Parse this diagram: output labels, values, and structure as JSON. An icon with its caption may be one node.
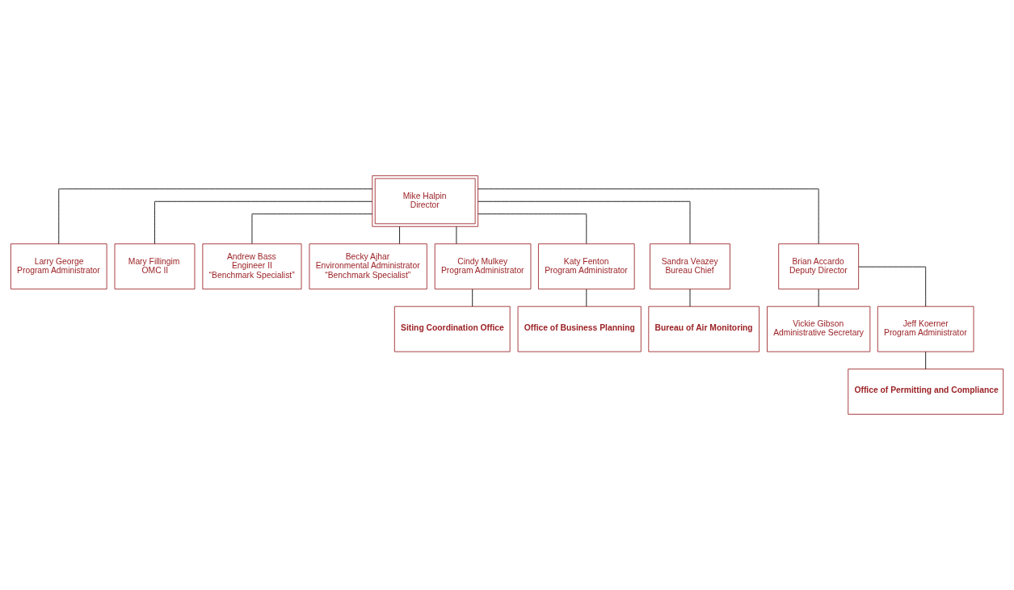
{
  "diagram": {
    "nodes": [
      {
        "text": [
          "Mike Halpin",
          "Director"
        ]
      },
      {
        "text": [
          "Larry George",
          "Program Administrator"
        ]
      },
      {
        "text": [
          "Mary Fillingim",
          "OMC II"
        ]
      },
      {
        "text": [
          "Andrew Bass",
          "Engineer II",
          "“Benchmark Specialist”"
        ]
      },
      {
        "text": [
          "Becky Ajhar",
          "Environmental Administrator",
          "“Benchmark Specialist”"
        ]
      },
      {
        "text": [
          "Cindy Mulkey",
          "Program Administrator"
        ]
      },
      {
        "text": [
          "Katy Fenton",
          "Program Administrator"
        ]
      },
      {
        "text": [
          "Sandra Veazey",
          "Bureau Chief"
        ]
      },
      {
        "text": [
          "Brian Accardo",
          "Deputy Director"
        ]
      },
      {
        "text": [
          "Siting Coordination Office"
        ]
      },
      {
        "text": [
          "Office of Business Planning"
        ]
      },
      {
        "text": [
          "Bureau of Air Monitoring"
        ]
      },
      {
        "text": [
          "Vickie Gibson",
          "Administrative Secretary"
        ]
      },
      {
        "text": [
          "Jeff Koerner",
          "Program Administrator"
        ]
      },
      {
        "text": [
          "Office of Permitting and Compliance"
        ]
      }
    ],
    "edges": [
      {
        "from": 0,
        "to": 1,
        "arrow": "none"
      },
      {
        "from": 0,
        "to": 2,
        "arrow": "none"
      },
      {
        "from": 0,
        "to": 3,
        "arrow": "none"
      },
      {
        "from": 0,
        "to": 4,
        "arrow": "none"
      },
      {
        "from": 0,
        "to": 5,
        "arrow": "none"
      },
      {
        "from": 0,
        "to": 6,
        "arrow": "none"
      },
      {
        "from": 0,
        "to": 7,
        "arrow": "none"
      },
      {
        "from": 0,
        "to": 8,
        "arrow": "none"
      },
      {
        "from": 5,
        "to": 9,
        "arrow": "none"
      },
      {
        "from": 6,
        "to": 10,
        "arrow": "none"
      },
      {
        "from": 7,
        "to": 11,
        "arrow": "none"
      },
      {
        "from": 8,
        "to": 12,
        "arrow": "none"
      },
      {
        "from": 8,
        "to": 13,
        "arrow": "none"
      },
      {
        "from": 13,
        "to": 14,
        "arrow": "none"
      }
    ]
  }
}
